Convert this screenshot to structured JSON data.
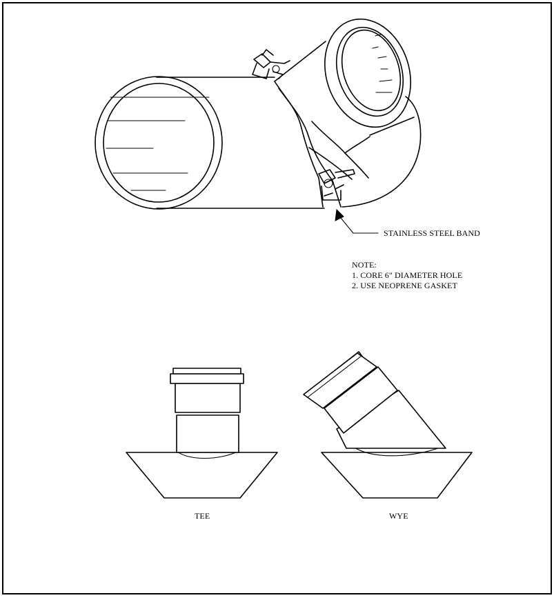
{
  "callout": {
    "band_label": "STAINLESS STEEL BAND"
  },
  "notes": {
    "heading": "NOTE:",
    "items": [
      "1.  CORE 6\" DIAMETER HOLE",
      "2.  USE NEOPRENE GASKET"
    ]
  },
  "fittings": {
    "tee_label": "TEE",
    "wye_label": "WYE"
  }
}
